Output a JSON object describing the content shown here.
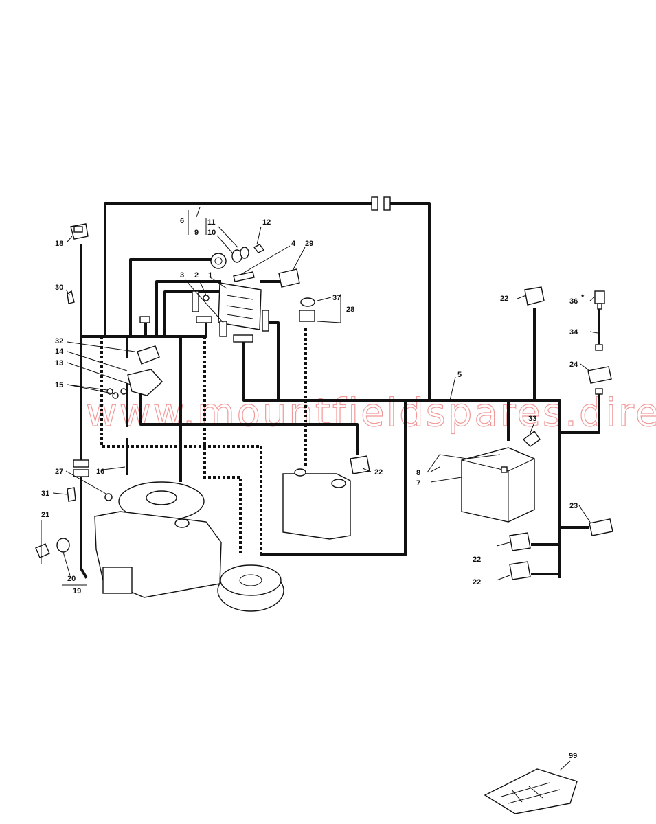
{
  "watermark": "www.mountfieldspares.direct",
  "labels": {
    "l1": "1",
    "l2": "2",
    "l3": "3",
    "l4": "4",
    "l5": "5",
    "l6": "6",
    "l7": "7",
    "l8": "8",
    "l9": "9",
    "l10": "10",
    "l11": "11",
    "l12": "12",
    "l13": "13",
    "l14": "14",
    "l15": "15",
    "l16": "16",
    "l18": "18",
    "l19": "19",
    "l20": "20",
    "l21": "21",
    "l22a": "22",
    "l22b": "22",
    "l22c": "22",
    "l22d": "22",
    "l23": "23",
    "l24": "24",
    "l27": "27",
    "l28": "28",
    "l29": "29",
    "l30": "30",
    "l31": "31",
    "l32": "32",
    "l33": "33",
    "l34": "34",
    "l36": "36",
    "l36star": "*",
    "l37": "37",
    "l99": "99"
  }
}
